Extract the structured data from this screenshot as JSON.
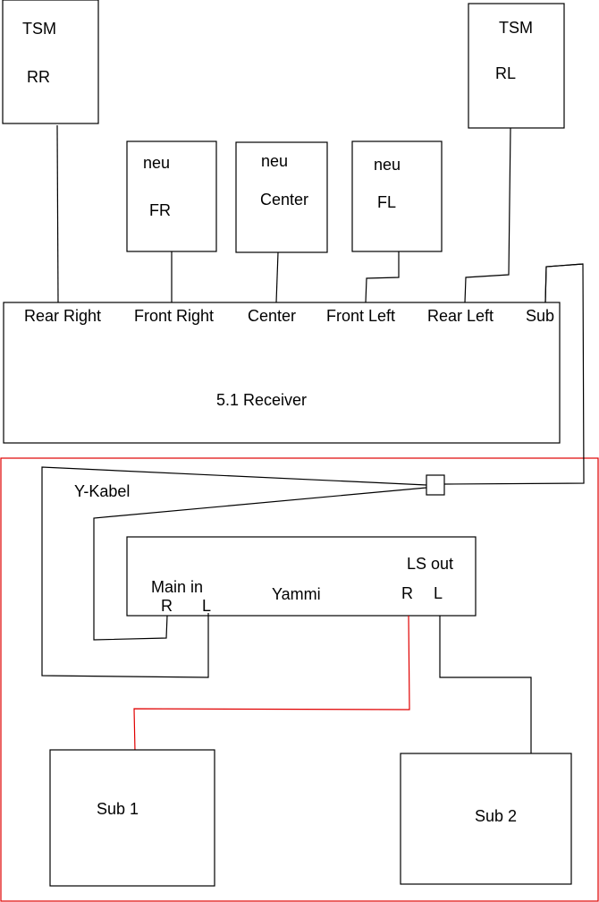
{
  "speakers": {
    "tsm_rr": {
      "line1": "TSM",
      "line2": "RR"
    },
    "neu_fr": {
      "line1": "neu",
      "line2": "FR"
    },
    "neu_center": {
      "line1": "neu",
      "line2": "Center"
    },
    "neu_fl": {
      "line1": "neu",
      "line2": "FL"
    },
    "tsm_rl": {
      "line1": "TSM",
      "line2": "RL"
    }
  },
  "receiver": {
    "title": "5.1 Receiver",
    "outputs": [
      "Rear Right",
      "Front Right",
      "Center",
      "Front Left",
      "Rear Left",
      "Sub"
    ]
  },
  "y_cable": {
    "label": "Y-Kabel"
  },
  "yammi": {
    "title": "Yammi",
    "main_in": "Main in",
    "main_in_r": "R",
    "main_in_l": "L",
    "ls_out": "LS out",
    "ls_out_r": "R",
    "ls_out_l": "L"
  },
  "subs": {
    "sub1": "Sub 1",
    "sub2": "Sub 2"
  },
  "colors": {
    "highlight": "#e00000",
    "line": "#000000"
  }
}
